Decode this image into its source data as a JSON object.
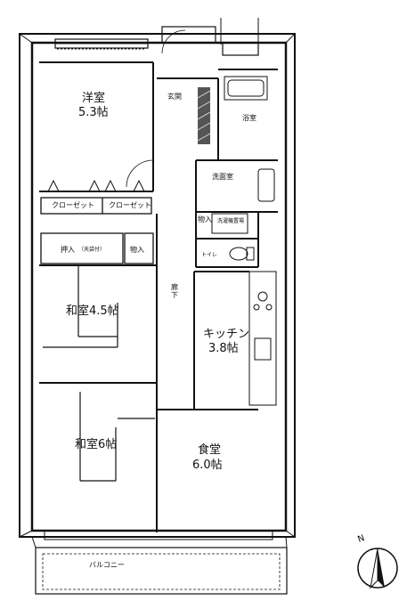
{
  "rooms": {
    "western": {
      "name": "洋室",
      "size": "5.3帖"
    },
    "japanese_45": {
      "name": "和室4.5帖"
    },
    "japanese_6": {
      "name": "和室6帖"
    },
    "kitchen": {
      "name": "キッチン",
      "size": "3.8帖"
    },
    "dining": {
      "name": "食堂",
      "size": "6.0帖"
    },
    "entrance": {
      "name": "玄関"
    },
    "bath": {
      "name": "浴室"
    },
    "washroom": {
      "name": "洗面室"
    },
    "toilet": {
      "name": "トイレ"
    },
    "hallway": {
      "name": "廊下"
    }
  },
  "storage": {
    "closet_left": "クローゼット",
    "closet_right": "クローゼット",
    "oshiire": "押入",
    "oshiire_note": "（天袋付）",
    "monoire_hall": "物入",
    "monoire_wash": "物入",
    "washer_space": "洗濯機置場"
  },
  "outdoor": {
    "balcony": "バルコニー"
  },
  "compass": {
    "north": "N"
  }
}
